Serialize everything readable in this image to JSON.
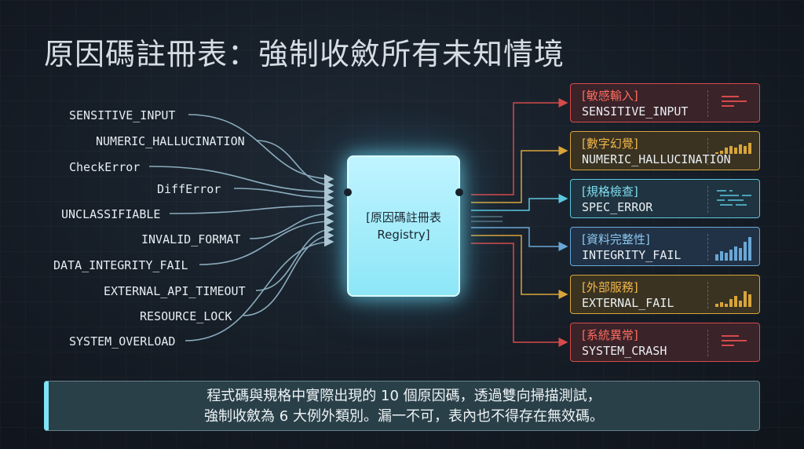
{
  "title": "原因碼註冊表：強制收斂所有未知情境",
  "colors": {
    "red": "#ff6b5e",
    "amber": "#f2b64a",
    "cyan": "#7fdcf0",
    "blue": "#8cc6ee",
    "core": "#8de6f7",
    "wire": "#9fc4d6"
  },
  "sources": [
    "SENSITIVE_INPUT",
    "NUMERIC_HALLUCINATION",
    "CheckError",
    "DiffError",
    "UNCLASSIFIABLE",
    "INVALID_FORMAT",
    "DATA_INTEGRITY_FAIL",
    "EXTERNAL_API_TIMEOUT",
    "RESOURCE_LOCK",
    "SYSTEM_OVERLOAD"
  ],
  "registry": {
    "line1": "[原因碼註冊表",
    "line2": "Registry]"
  },
  "categories": [
    {
      "name": "[敏感輸入]",
      "code": "SENSITIVE_INPUT",
      "icon": "text-lines-icon"
    },
    {
      "name": "[數字幻覺]",
      "code": "NUMERIC_HALLUCINATION",
      "icon": "bar-chart-icon"
    },
    {
      "name": "[規格檢查]",
      "code": "SPEC_ERROR",
      "icon": "dashed-lines-icon"
    },
    {
      "name": "[資料完整性]",
      "code": "INTEGRITY_FAIL",
      "icon": "bar-chart-icon"
    },
    {
      "name": "[外部服務]",
      "code": "EXTERNAL_FAIL",
      "icon": "bar-chart-icon"
    },
    {
      "name": "[系統異常]",
      "code": "SYSTEM_CRASH",
      "icon": "text-lines-icon"
    }
  ],
  "note": {
    "line1": "程式碼與規格中實際出現的 10 個原因碼，透過雙向掃描測試，",
    "line2": "強制收斂為 6 大例外類別。漏一不可，表內也不得存在無效碼。"
  }
}
